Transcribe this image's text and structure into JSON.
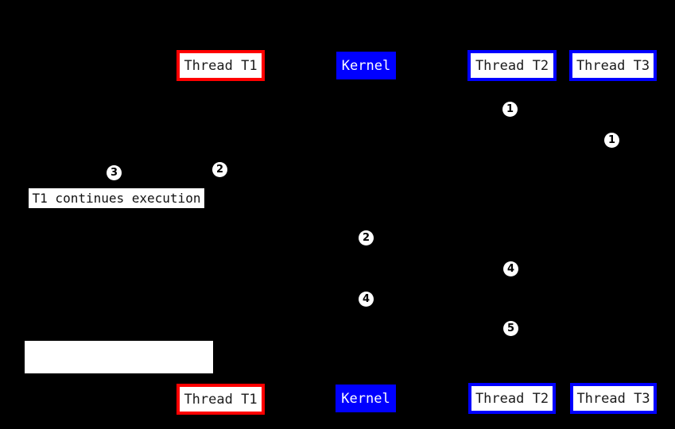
{
  "figure": {
    "background_color": "#000000",
    "colors": {
      "red_border": "#ff0000",
      "blue_border": "#0000ff",
      "kernel_fill": "#0000ff",
      "box_fill": "#ffffff",
      "box_text": "#1a1a1a",
      "kernel_text": "#ffffff"
    },
    "top_row": {
      "t1": "Thread T1",
      "kernel": "Kernel",
      "t2": "Thread T2",
      "t3": "Thread T3"
    },
    "bottom_row": {
      "t1": "Thread T1",
      "kernel": "Kernel",
      "t2": "Thread T2",
      "t3": "Thread T3"
    },
    "note_label": "T1 continues execution",
    "step_markers": [
      {
        "n": "1"
      },
      {
        "n": "1"
      },
      {
        "n": "2"
      },
      {
        "n": "3"
      },
      {
        "n": "2"
      },
      {
        "n": "4"
      },
      {
        "n": "4"
      },
      {
        "n": "5"
      }
    ]
  }
}
